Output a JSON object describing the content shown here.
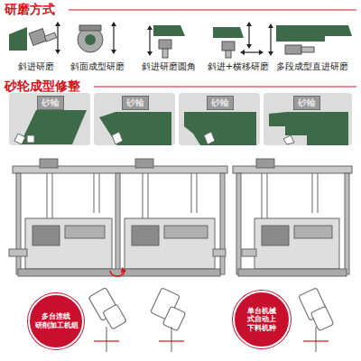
{
  "diagram": {
    "nodes": [
      {
        "text": [
          "砂輪"
        ]
      },
      {
        "text": [
          "砂輪"
        ]
      },
      {
        "text": [
          "砂輪"
        ]
      },
      {
        "text": [
          "砂輪"
        ]
      },
      {
        "text": [
          "多台连线 研削加工机组"
        ]
      },
      {
        "text": [
          "单台机械 式自动上 下料机种"
        ]
      }
    ],
    "labels": [
      "研磨方式",
      "斜进研磨",
      "斜面成型研磨",
      "斜进研磨圆角",
      "斜进+横移研磨",
      "多段成型直进研磨",
      "砂轮成型修整"
    ]
  }
}
